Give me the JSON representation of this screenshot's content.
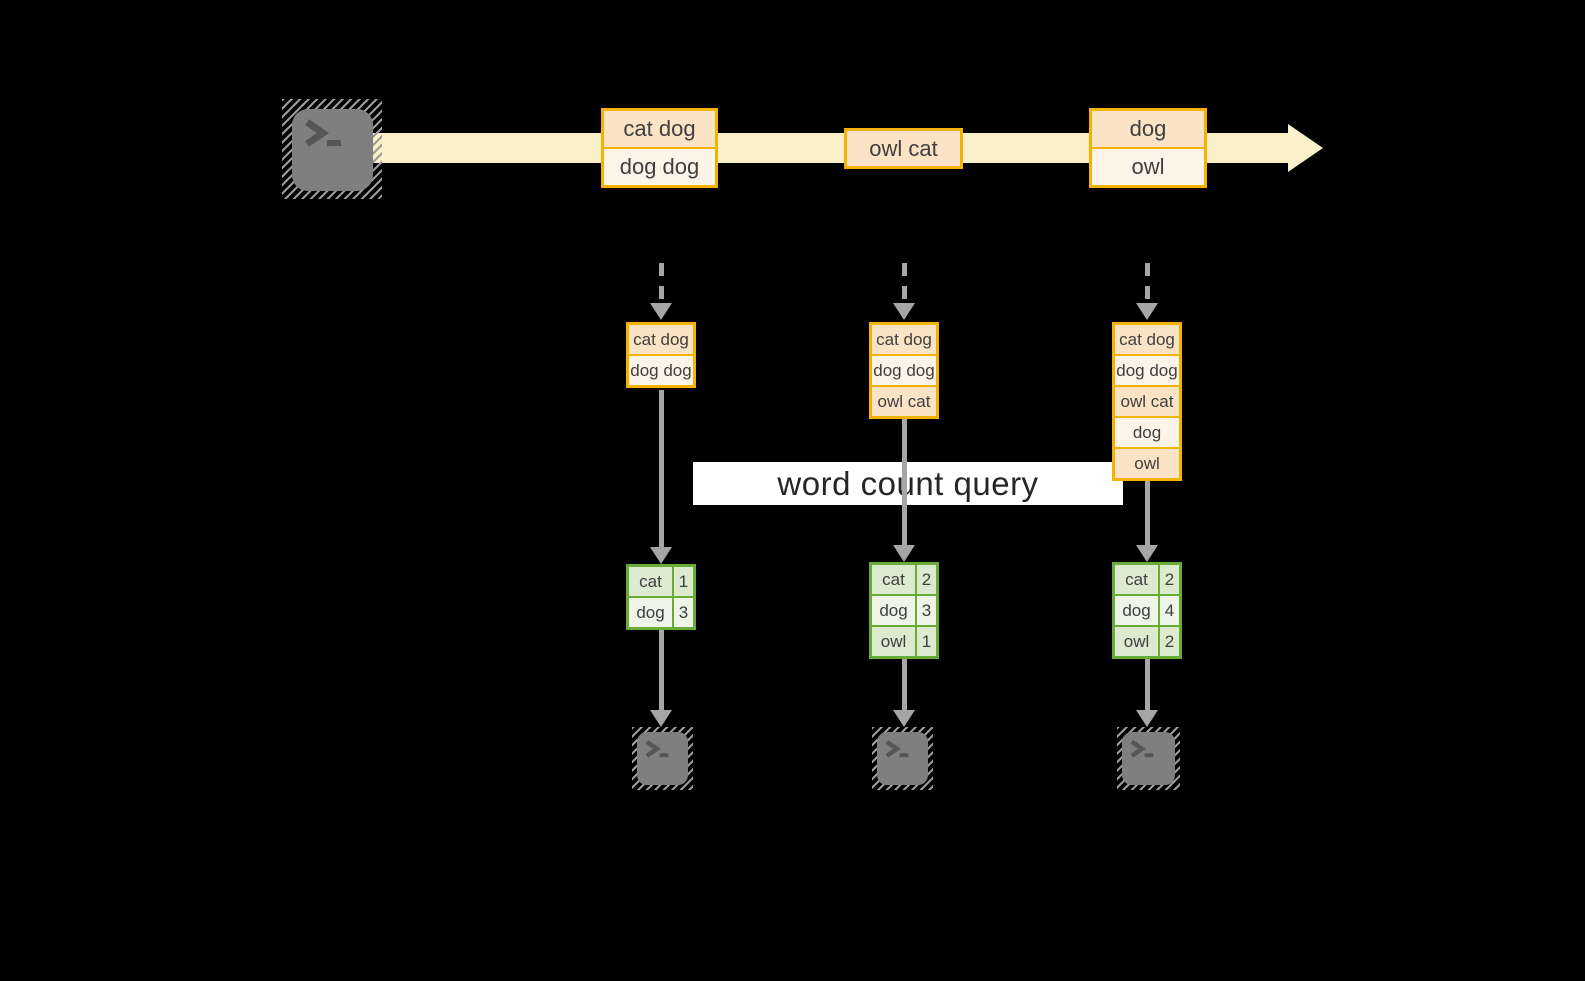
{
  "colors": {
    "bg": "#000000",
    "gold": "#f5b301",
    "peach": "#fbe3c5",
    "cream": "#fdf3e6",
    "band": "#faf0ca",
    "green": "#68ab36",
    "green-dark": "#dcead0",
    "green-light": "#eef4e8",
    "arrow": "#a6a6a6",
    "icon-gray": "#7f7f7f",
    "icon-glyph": "#565656",
    "text": "#3f3f3f",
    "query-text": "#262626",
    "query-bg": "#ffffff"
  },
  "query_label": "word count query",
  "stream": {
    "source_icon": "terminal",
    "batches": [
      {
        "items": [
          "cat dog",
          "dog dog"
        ]
      },
      {
        "items": [
          "owl cat"
        ]
      },
      {
        "items": [
          "dog",
          "owl"
        ]
      }
    ]
  },
  "columns": [
    {
      "state": [
        "cat dog",
        "dog dog"
      ],
      "counts": [
        {
          "word": "cat",
          "count": "1"
        },
        {
          "word": "dog",
          "count": "3"
        }
      ]
    },
    {
      "state": [
        "cat dog",
        "dog dog",
        "owl cat"
      ],
      "counts": [
        {
          "word": "cat",
          "count": "2"
        },
        {
          "word": "dog",
          "count": "3"
        },
        {
          "word": "owl",
          "count": "1"
        }
      ]
    },
    {
      "state": [
        "cat dog",
        "dog dog",
        "owl cat",
        "dog",
        "owl"
      ],
      "counts": [
        {
          "word": "cat",
          "count": "2"
        },
        {
          "word": "dog",
          "count": "4"
        },
        {
          "word": "owl",
          "count": "2"
        }
      ]
    }
  ]
}
